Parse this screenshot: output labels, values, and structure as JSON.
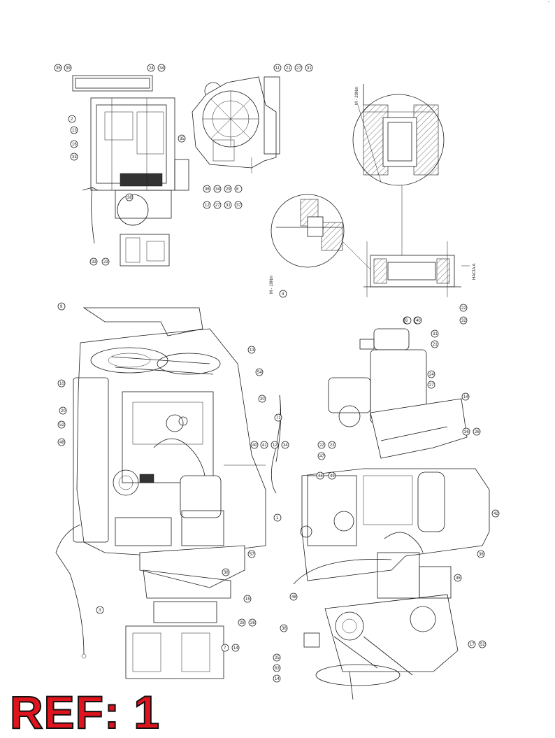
{
  "sheet": {
    "ref_label": "REF: 1",
    "corner_mark": "-",
    "accent_color": "#e0141e"
  },
  "section_notes": {
    "detail_upper": "M - 20Nm",
    "detail_lower": "M - 10Nm",
    "arrow_note": "HACIA A"
  },
  "callouts": {
    "view1": [
      "35",
      "39",
      "24",
      "34",
      "2",
      "13",
      "16",
      "33",
      "35",
      "38",
      "33",
      "23"
    ],
    "view2": [
      "11",
      "21",
      "27",
      "31",
      "36",
      "34",
      "29",
      "8",
      "12",
      "27",
      "31",
      "37"
    ],
    "view3": [
      "5",
      "42",
      "4",
      "32",
      "22"
    ],
    "view4": [
      "9",
      "13",
      "54",
      "30",
      "10",
      "20",
      "52",
      "48",
      "1",
      "40",
      "41",
      "57",
      "12",
      "34",
      "38",
      "3",
      "15",
      "28",
      "26",
      "7",
      "14"
    ],
    "view5": [
      "6",
      "40",
      "31",
      "21",
      "24",
      "27",
      "14",
      "36",
      "26",
      "71",
      "22",
      "23",
      "47",
      "42",
      "38",
      "46",
      "49",
      "45",
      "48",
      "36",
      "17",
      "52",
      "25",
      "63",
      "14"
    ]
  }
}
